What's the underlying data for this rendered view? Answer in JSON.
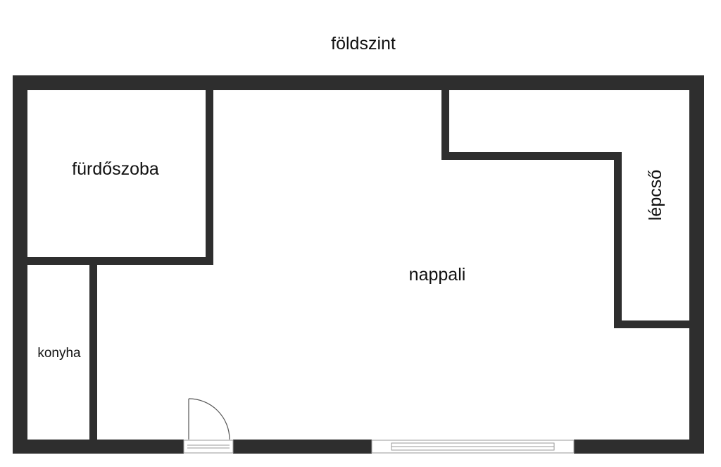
{
  "floor_title": "földszint",
  "rooms": {
    "bathroom": "fürdőszoba",
    "living_room": "nappali",
    "kitchen": "konyha",
    "stairs": "lépcső"
  },
  "colors": {
    "wall": "#2e2e2e",
    "background": "#ffffff"
  }
}
